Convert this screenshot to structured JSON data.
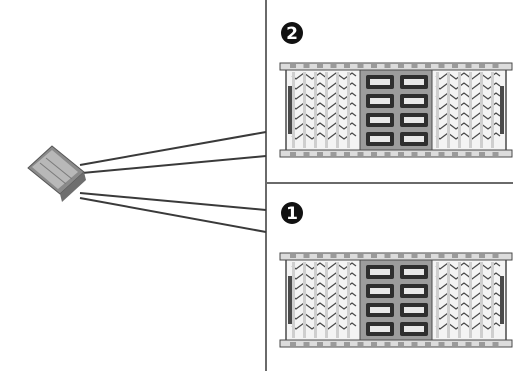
{
  "callouts": [
    {
      "number": "2",
      "target": "upper-panel"
    },
    {
      "number": "1",
      "target": "lower-panel"
    }
  ],
  "colors": {
    "line": "#3a3a3a",
    "divider": "#6a6a6a",
    "pcb": "#f4f4f4",
    "chip": "#2e2e2e",
    "trace": "#4a4a4a",
    "connector": "#8a8a8a",
    "connector_top": "#b8b8b8"
  },
  "icons": {
    "connector": "cable-connector-icon",
    "board": "circuit-board-icon"
  }
}
